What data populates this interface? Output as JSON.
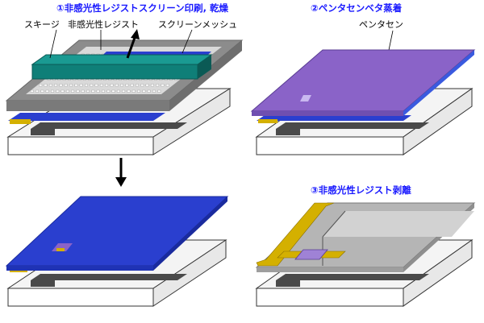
{
  "diagram": {
    "step1": {
      "title": "①非感光性レジストスクリーン印刷, 乾燥",
      "labels": {
        "squeegee": "スキージ",
        "resist": "非感光性レジスト",
        "screen_mesh": "スクリーンメッシュ"
      }
    },
    "step2": {
      "title": "②ペンタセンベタ蒸着",
      "labels": {
        "pentacene": "ペンタセン"
      }
    },
    "step3": {
      "title": "③非感光性レジスト剥離"
    },
    "colors": {
      "title_text": "#1a1aff",
      "substrate": "#ffffff",
      "gate_dark": "#4a4a4a",
      "electrode_gold": "#d4b000",
      "insulator_blue": "#2a3fcf",
      "pentacene_purple": "#8a63c8",
      "screen_frame": "#8c8c8c",
      "squeegee_teal": "#0f7f78",
      "layer_gray": "#b5b5b5"
    }
  }
}
